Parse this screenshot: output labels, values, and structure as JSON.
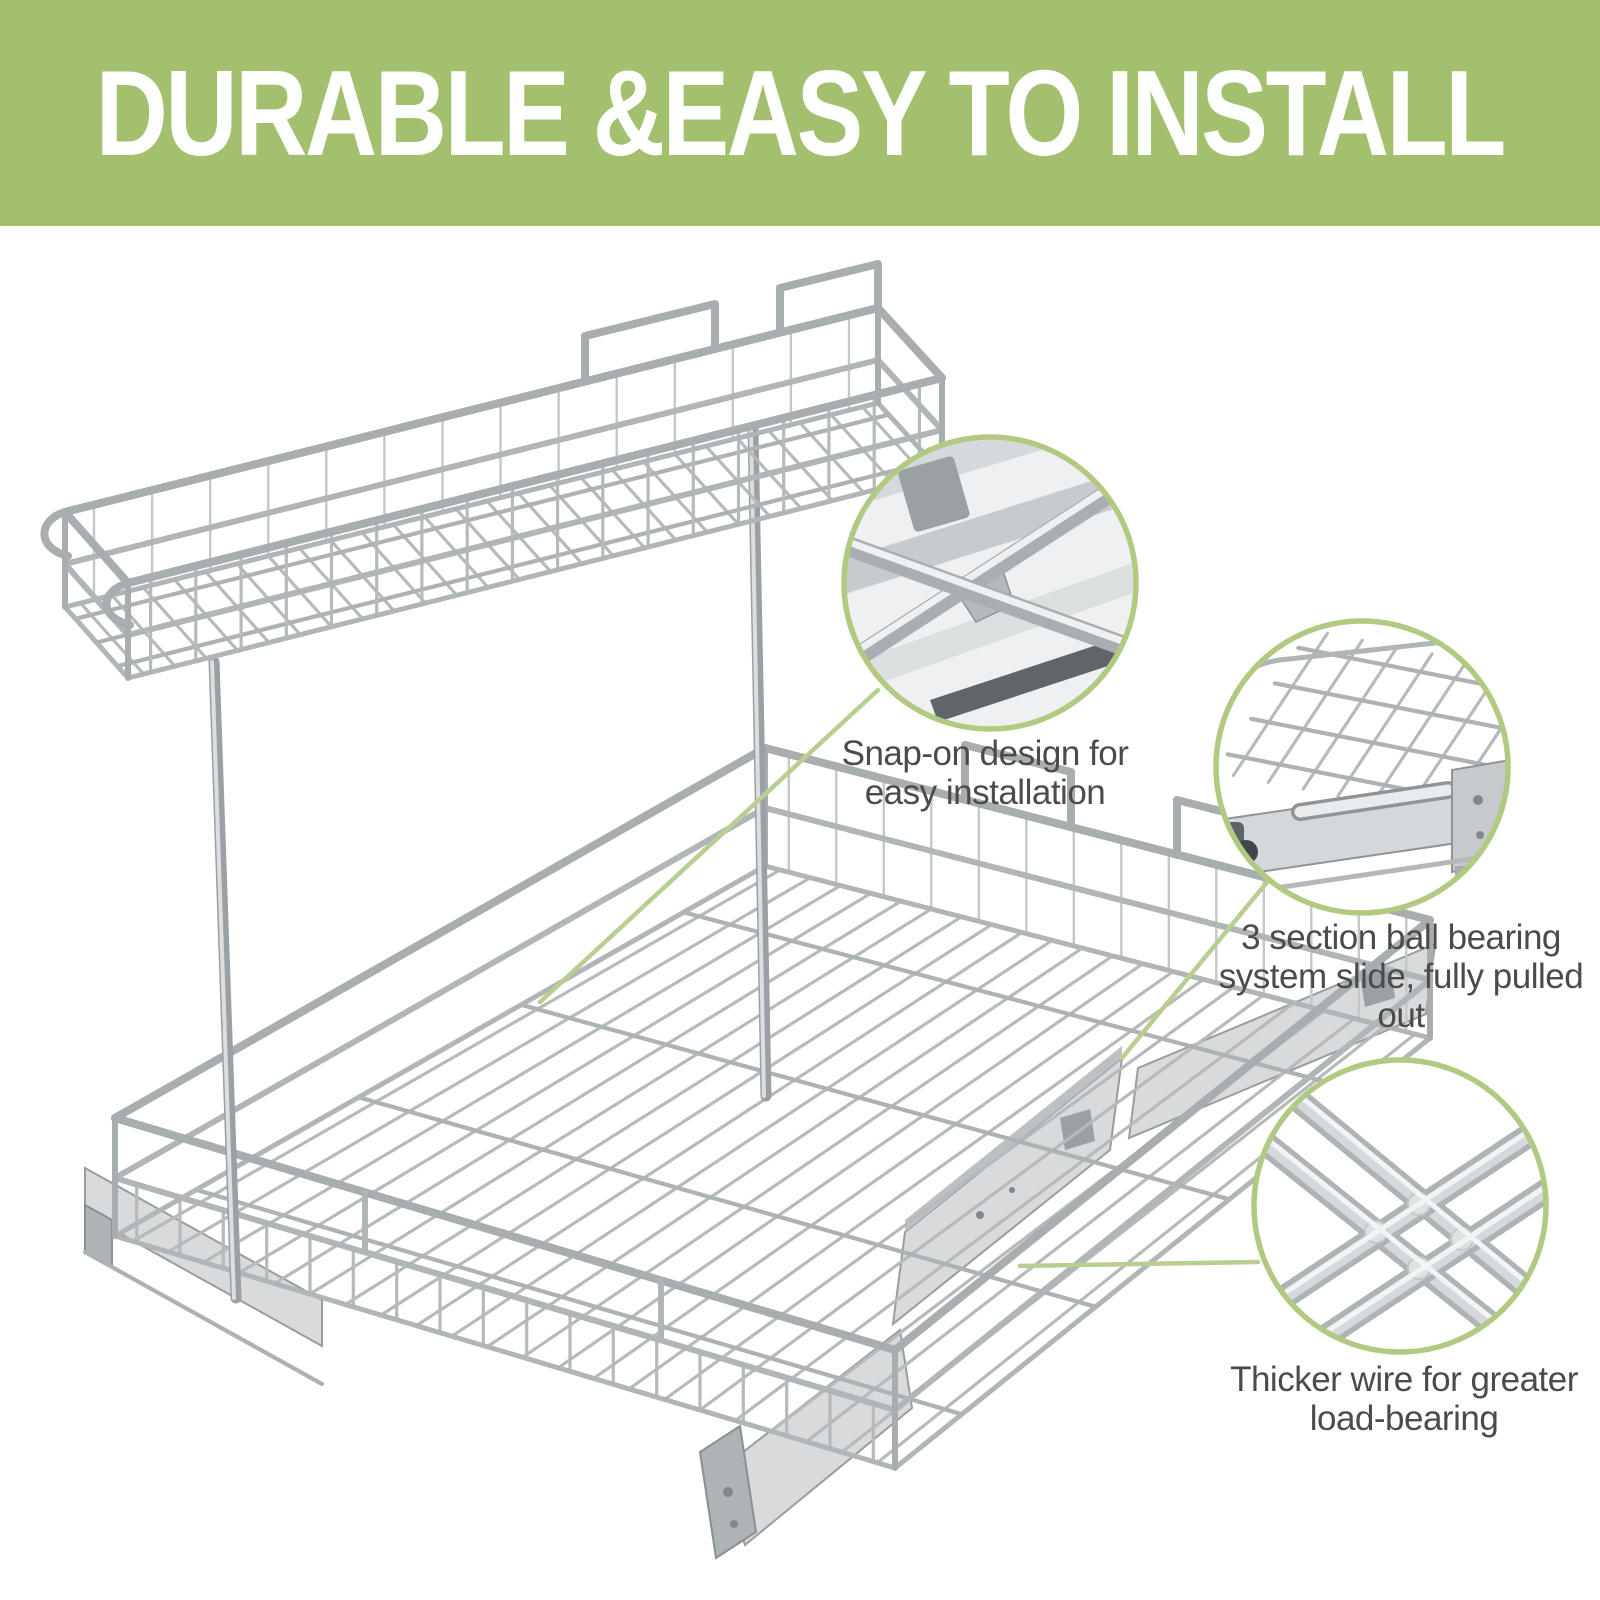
{
  "header": {
    "title": "DURABLE &EASY TO INSTALL"
  },
  "callouts": {
    "snap_on": {
      "line1": "Snap-on design for",
      "line2": "easy installation"
    },
    "ball_bearing": {
      "line1": "3 section ball bearing",
      "line2": "system slide, fully pulled out"
    },
    "thicker_wire": {
      "line1": "Thicker wire for greater",
      "line2": "load-bearing"
    }
  },
  "colors": {
    "header_bg": "#a3c06f",
    "header_text": "#ffffff",
    "callout_ring": "#b1ca81",
    "leader_line": "#b7cf90",
    "callout_text": "#4b4b4b"
  }
}
